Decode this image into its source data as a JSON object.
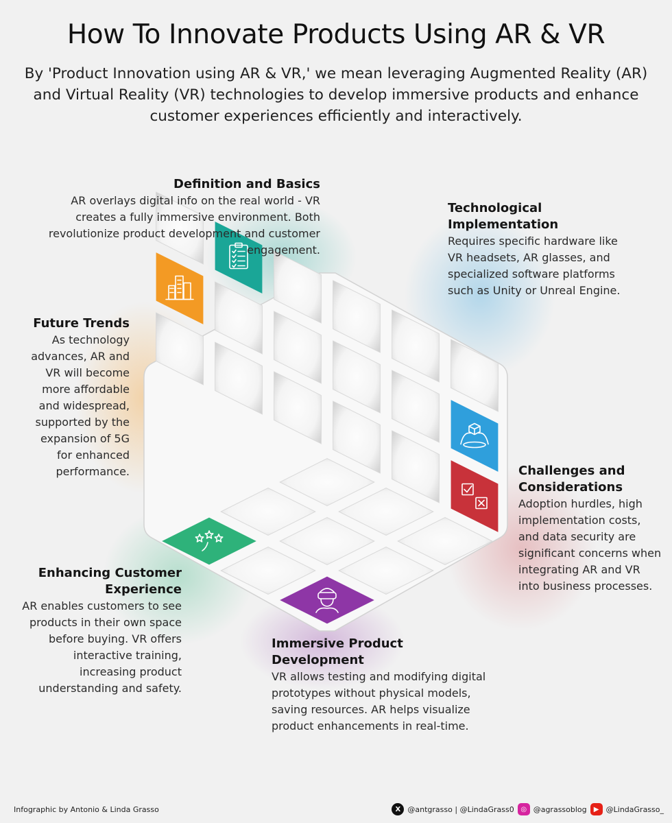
{
  "title": "How To Innovate Products Using AR & VR",
  "subtitle": "By 'Product Innovation using AR & VR,' we mean leveraging Augmented Reality (AR) and Virtual Reality (VR) technologies to develop immersive products and enhance customer experiences efficiently and interactively.",
  "sections": {
    "definition": {
      "heading": "Definition and Basics",
      "body": "AR overlays digital info on the real world - VR creates a fully immersive environment. Both revolutionize product development and customer engagement."
    },
    "technological": {
      "heading": "Technological Implementation",
      "body": "Requires specific hardware like VR headsets, AR glasses, and specialized software platforms such as Unity or Unreal Engine."
    },
    "future": {
      "heading": "Future Trends",
      "body": "As technology advances, AR and VR will become more affordable and widespread, supported by the expansion of 5G for enhanced performance."
    },
    "challenges": {
      "heading": "Challenges and Considerations",
      "body": "Adoption hurdles, high implementation costs, and data security are significant concerns when integrating AR and VR into business processes."
    },
    "enhancing": {
      "heading": "Enhancing Customer Experience",
      "body": "AR enables customers to see products in their own space before buying. VR offers interactive training, increasing product understanding and safety."
    },
    "immersive": {
      "heading": "Immersive Product Development",
      "body": "VR allows testing and modifying digital prototypes without physical models, saving resources. AR helps visualize product enhancements in real-time."
    }
  },
  "colors": {
    "teal": "#1aa697",
    "blue": "#2f9fdc",
    "orange": "#f39a24",
    "red": "#c8323a",
    "green": "#2eb27a",
    "purple": "#8e36a6"
  },
  "icons": {
    "definition": "clipboard-checklist-icon",
    "technological": "vr-scene-icon",
    "future": "city-skyline-icon",
    "challenges": "check-cross-boxes-icon",
    "enhancing": "stars-magic-wand-icon",
    "immersive": "vr-headset-person-icon"
  },
  "footer": {
    "credit": "Infographic by Antonio & Linda Grasso",
    "x_handles": "@antgrasso | @LindaGrass0",
    "instagram": "@agrassoblog",
    "youtube": "@LindaGrasso_"
  }
}
